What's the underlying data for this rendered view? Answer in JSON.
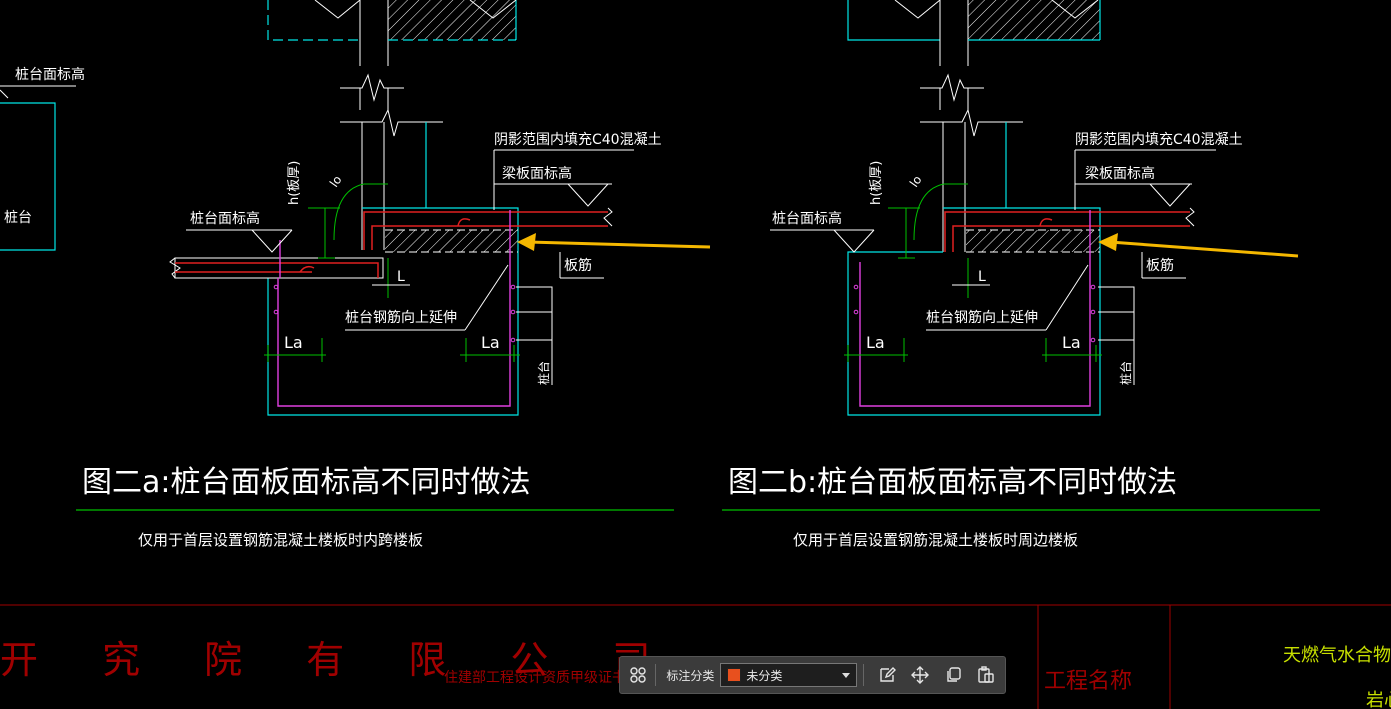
{
  "drawing": {
    "left_panel": {
      "label_pile_top": "桩台面标高",
      "label_pile": "桩台"
    },
    "detail_a": {
      "label_shade_fill": "阴影范围内填充C40混凝土",
      "label_beam_top": "梁板面标高",
      "label_pile_top": "桩台面标高",
      "label_h_slab": "h(板厚)",
      "label_lo": "lo",
      "label_l": "L",
      "label_slab_rebar": "板筋",
      "label_pile_rebar_up": "桩台钢筋向上延伸",
      "label_la_left": "La",
      "label_la_right": "La",
      "label_pile_cap": "桩台",
      "title": "图二a:桩台面板面标高不同时做法",
      "subtitle": "仅用于首层设置钢筋混凝土楼板时内跨楼板"
    },
    "detail_b": {
      "label_shade_fill": "阴影范围内填充C40混凝土",
      "label_beam_top": "梁板面标高",
      "label_pile_top": "桩台面标高",
      "label_h_slab": "h(板厚)",
      "label_lo": "lo",
      "label_l": "L",
      "label_slab_rebar": "板筋",
      "label_pile_rebar_up": "桩台钢筋向上延伸",
      "label_la_left": "La",
      "label_la_right": "La",
      "label_pile_cap": "桩台",
      "title": "图二b:桩台面板面标高不同时做法",
      "subtitle": "仅用于首层设置钢筋混凝土楼板时周边楼板"
    },
    "title_block": {
      "company": "开 究 院 有 限 公 司",
      "certificate": "住建部工程设计资质甲级证书",
      "project_name_label": "工程名称",
      "project_name": "天燃气水合物钻采船",
      "project_name_2": "岩心"
    },
    "colors": {
      "cyan": "#00e5e5",
      "white": "#ffffff",
      "red": "#e02020",
      "magenta": "#e040e0",
      "green": "#00c000",
      "title_red": "#a00000",
      "yellow_green": "#c8e000",
      "arrow": "#f5b800"
    }
  },
  "toolbar": {
    "label": "标注分类",
    "selected": "未分类",
    "icons": [
      "grid-icon",
      "edit-icon",
      "move-icon",
      "copy-icon",
      "paste-icon"
    ]
  }
}
